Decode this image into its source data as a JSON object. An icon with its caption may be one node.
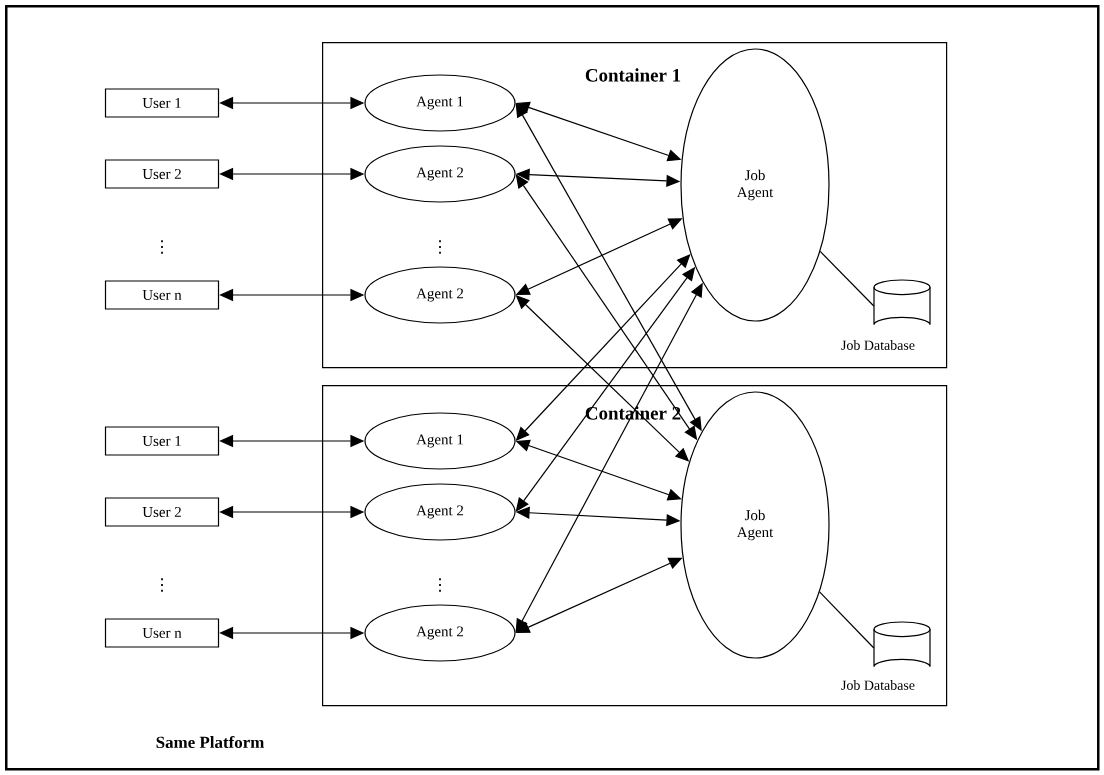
{
  "diagram": {
    "nodes": [
      {
        "text": [
          "Same Platform"
        ]
      },
      {
        "text": [
          "Container 1"
        ],
        "in": 0
      },
      {
        "text": [
          "Agent 1"
        ],
        "in": 1
      },
      {
        "text": [
          "Agent 2"
        ],
        "in": 1
      },
      {
        "text": [
          "Agent 2"
        ],
        "in": 1
      },
      {
        "text": [
          "Job Agent"
        ],
        "in": 1
      },
      {
        "text": [],
        "shape": "cylinder",
        "in": 1,
        "beside": [
          "Job Database"
        ]
      },
      {
        "text": [
          "Container 2"
        ],
        "in": 0
      },
      {
        "text": [
          "Agent 1"
        ],
        "in": 7
      },
      {
        "text": [
          "Agent 2"
        ],
        "in": 7
      },
      {
        "text": [
          "Agent 2"
        ],
        "in": 7
      },
      {
        "text": [
          "Job Agent"
        ],
        "in": 7
      },
      {
        "text": [],
        "shape": "cylinder",
        "in": 7,
        "beside": [
          "Job Database"
        ]
      },
      {
        "text": [
          "User 1"
        ],
        "in": 0
      },
      {
        "text": [
          "User 2"
        ],
        "in": 0
      },
      {
        "text": [
          "User n"
        ],
        "in": 0
      },
      {
        "text": [
          "User 1"
        ],
        "in": 0
      },
      {
        "text": [
          "User 2"
        ],
        "in": 0
      },
      {
        "text": [
          "User n"
        ],
        "in": 0
      }
    ],
    "edges": [
      {
        "from": 13,
        "to": 2,
        "arrow": "both"
      },
      {
        "from": 14,
        "to": 3,
        "arrow": "both"
      },
      {
        "from": 15,
        "to": 4,
        "arrow": "both"
      },
      {
        "from": 16,
        "to": 8,
        "arrow": "both"
      },
      {
        "from": 17,
        "to": 9,
        "arrow": "both"
      },
      {
        "from": 18,
        "to": 10,
        "arrow": "both"
      },
      {
        "from": 2,
        "to": 5,
        "arrow": "both"
      },
      {
        "from": 3,
        "to": 5,
        "arrow": "both"
      },
      {
        "from": 4,
        "to": 5,
        "arrow": "both"
      },
      {
        "from": 2,
        "to": 11,
        "arrow": "both"
      },
      {
        "from": 3,
        "to": 11,
        "arrow": "both"
      },
      {
        "from": 4,
        "to": 11,
        "arrow": "both"
      },
      {
        "from": 8,
        "to": 5,
        "arrow": "both"
      },
      {
        "from": 9,
        "to": 5,
        "arrow": "both"
      },
      {
        "from": 10,
        "to": 5,
        "arrow": "both"
      },
      {
        "from": 8,
        "to": 11,
        "arrow": "both"
      },
      {
        "from": 9,
        "to": 11,
        "arrow": "both"
      },
      {
        "from": 10,
        "to": 11,
        "arrow": "both"
      },
      {
        "from": 5,
        "to": 6,
        "arrow": "none"
      },
      {
        "from": 11,
        "to": 12,
        "arrow": "none"
      }
    ],
    "labels": [
      "⋮",
      "⋮",
      "⋮",
      "⋮"
    ]
  }
}
